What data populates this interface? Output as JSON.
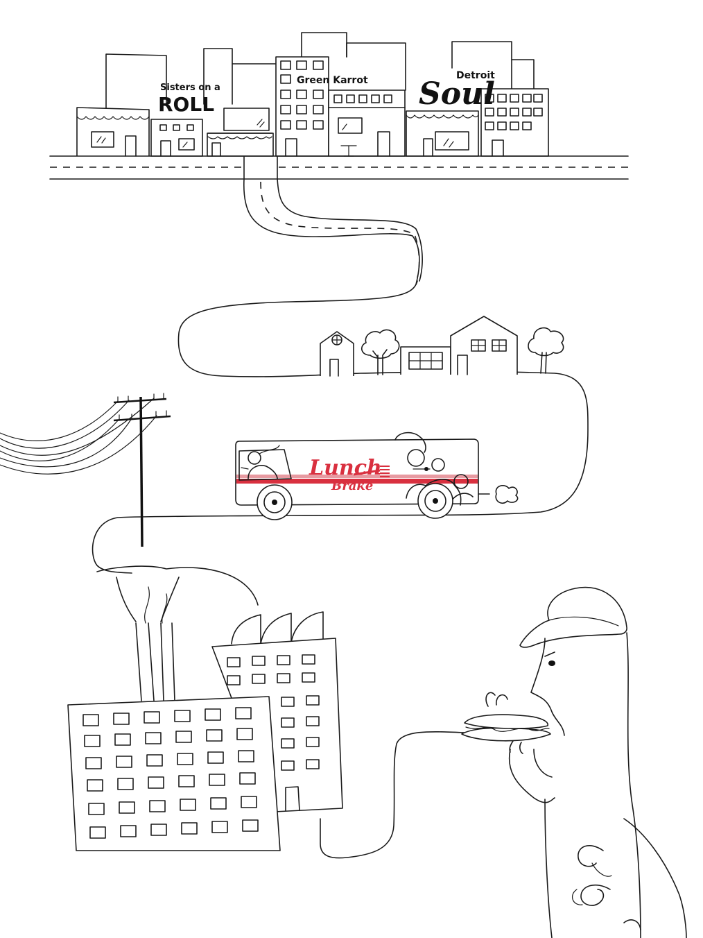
{
  "storefronts": {
    "sisters_line1": "Sisters on a",
    "sisters_line2": "ROLL",
    "green_karrot": "Green Karrot",
    "detroit": "Detroit",
    "soul": "Soul"
  },
  "truck": {
    "brand_line1": "Lunch",
    "brand_line2": "Brake"
  },
  "colors": {
    "line": "#1a1a1a",
    "truck_stripe": "#d9303f",
    "truck_stripe_light": "#e79aa1",
    "background": "#ffffff"
  },
  "icons": {
    "fork": "fork-icon",
    "hardhat": "hard-hat-icon",
    "sandwich": "sandwich-icon"
  }
}
